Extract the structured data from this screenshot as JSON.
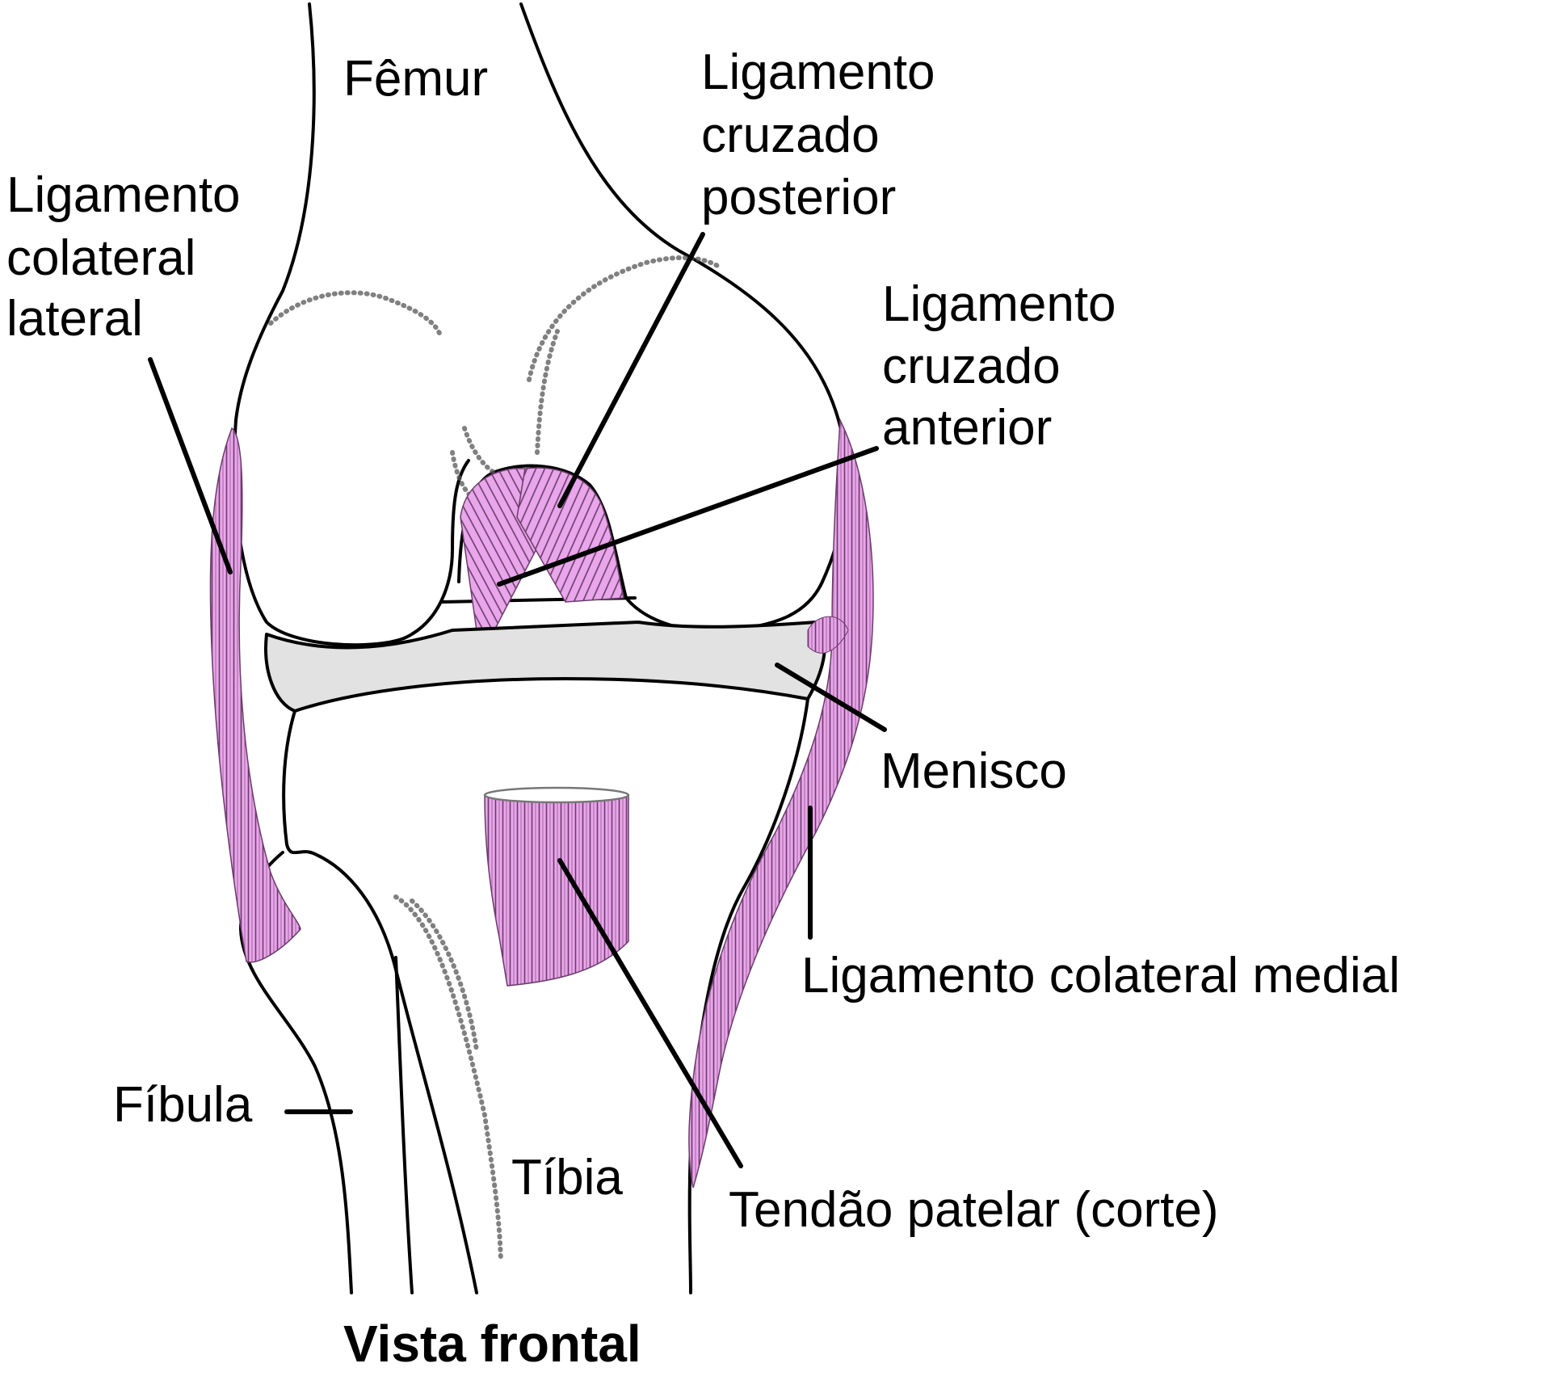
{
  "labels": {
    "femur": "Fêmur",
    "pcl": [
      "Ligamento",
      "cruzado",
      "posterior"
    ],
    "lcl": [
      "Ligamento",
      "colateral",
      "lateral"
    ],
    "acl": [
      "Ligamento",
      "cruzado",
      "anterior"
    ],
    "meniscus": "Menisco",
    "mcl": "Ligamento colateral medial",
    "fibula": "Fíbula",
    "tibia": "Tíbia",
    "patellar_tendon": "Tendão patelar (corte)"
  },
  "caption": "Vista frontal",
  "colors": {
    "ligament": "#e9a6ea",
    "ligament_stripe": "#6a3c6b",
    "meniscus": "#e2e2e2",
    "outline": "#000000"
  }
}
